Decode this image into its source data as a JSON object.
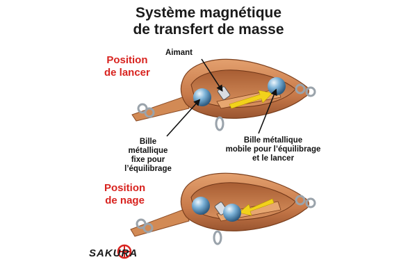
{
  "title": {
    "line1": "Système magnétique",
    "line2": "de transfert de masse"
  },
  "positions": {
    "cast": {
      "line1": "Position",
      "line2": "de lancer"
    },
    "swim": {
      "line1": "Position",
      "line2": "de nage"
    }
  },
  "callouts": {
    "magnet": "Aimant",
    "fixed_ball": [
      "Bille",
      "métallique",
      "fixe pour",
      "l’équilibrage"
    ],
    "moving_ball": [
      "Bille métallique",
      "mobile pour l’équilibrage",
      "et le lancer"
    ]
  },
  "logo": {
    "text": "SAKURA"
  },
  "colors": {
    "body": "#c87a4a",
    "body_dark": "#8a4a24",
    "body_light": "#e8a978",
    "ball": "#6fa6cf",
    "arrow": "#f2d21b",
    "red_label": "#d8231f"
  }
}
